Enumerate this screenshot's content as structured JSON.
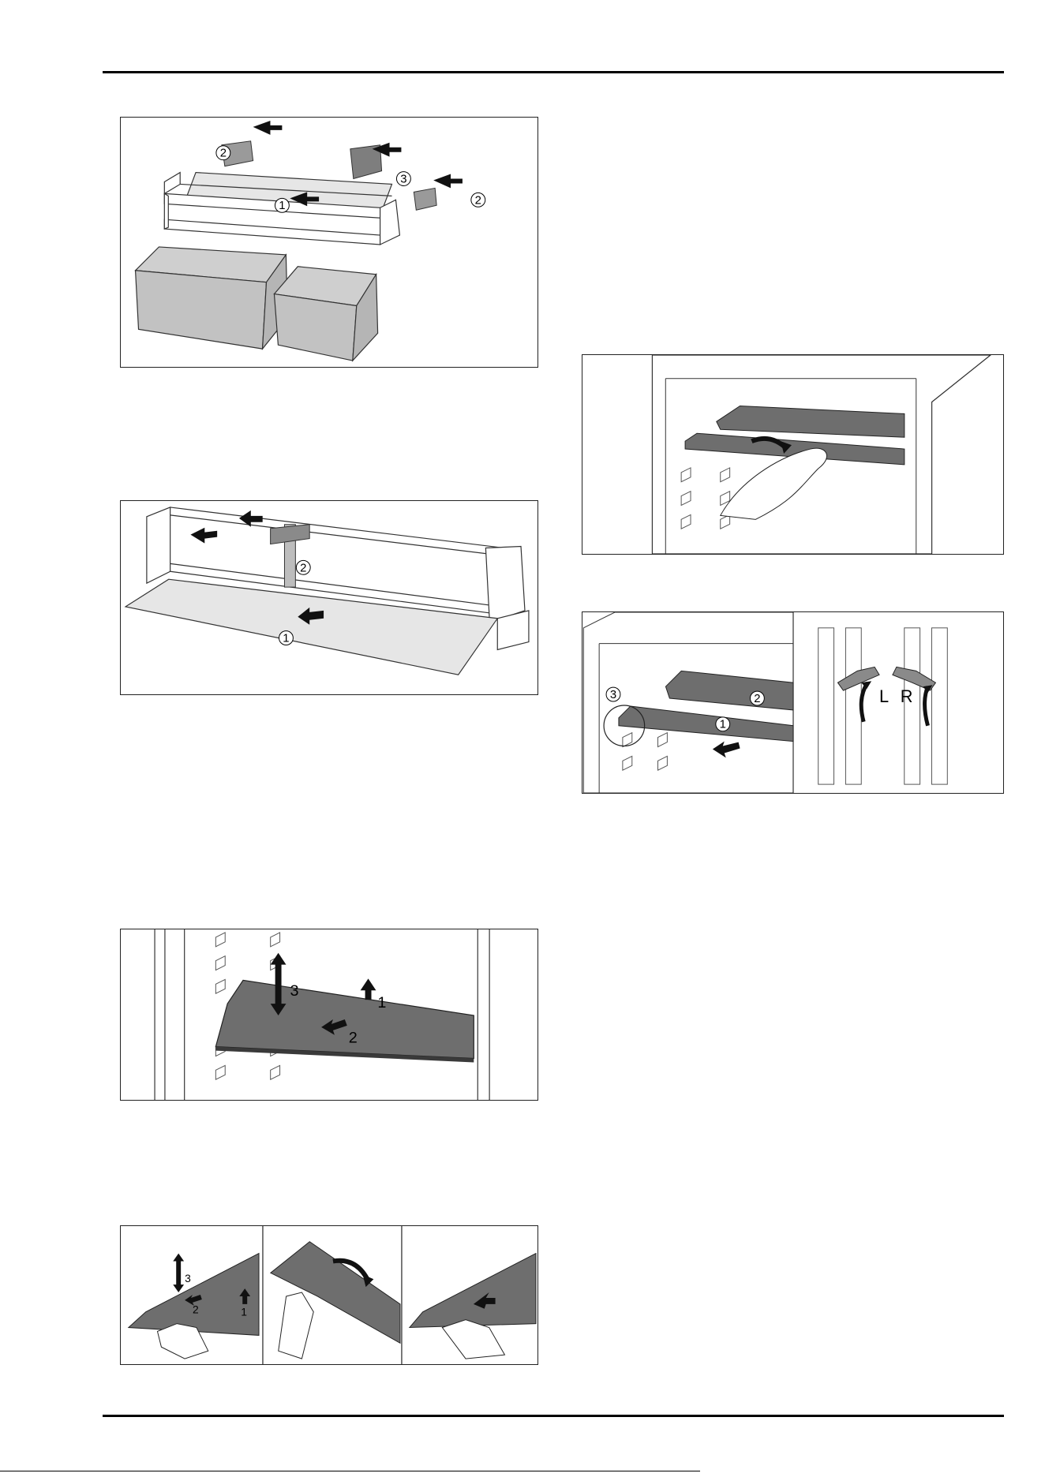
{
  "figures": {
    "drawer_assembly": {
      "callouts": [
        "1",
        "2",
        "3",
        "2"
      ]
    },
    "drawer_frame_insert": {
      "callouts": [
        "2",
        "1"
      ]
    },
    "shelf_remove_arrows": {
      "labels": [
        "3",
        "1",
        "2"
      ]
    },
    "shelf_remove_hands": {
      "labels": [
        "3",
        "2",
        "1"
      ]
    },
    "shelf_insert_hand": {},
    "shelf_support_detail": {
      "callouts": [
        "3",
        "2",
        "1"
      ],
      "side_labels": [
        "L",
        "R"
      ]
    }
  }
}
